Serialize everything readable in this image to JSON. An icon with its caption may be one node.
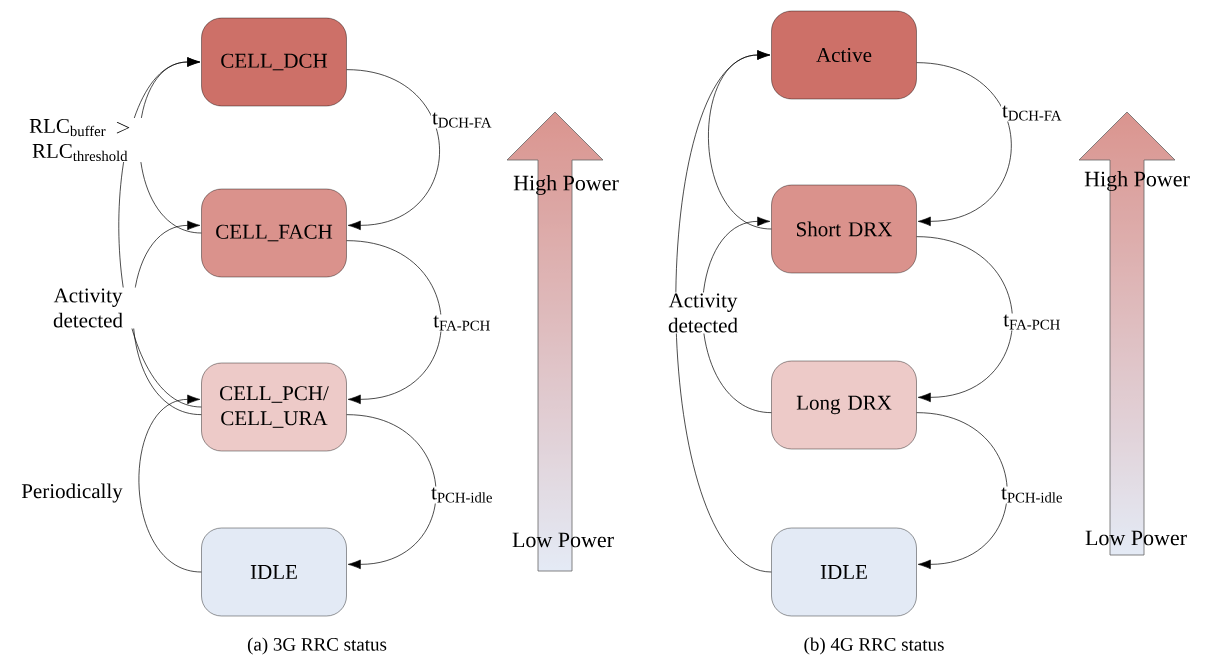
{
  "diagram": {
    "nodes": [
      {
        "text": [
          "CELL_DCH"
        ]
      },
      {
        "text": [
          "CELL_FACH"
        ]
      },
      {
        "text": [
          "CELL_PCH/ CELL_URA"
        ]
      },
      {
        "text": [
          "IDLE"
        ]
      },
      {
        "text": [
          "Active"
        ]
      },
      {
        "text": [
          "Short DRX"
        ]
      },
      {
        "text": [
          "Long DRX"
        ]
      },
      {
        "text": [
          "IDLE"
        ]
      }
    ],
    "edges": [
      {
        "from": 0,
        "to": 1,
        "arrow": "to",
        "label": "\\text{t}_{\\text{DCH-FA}}"
      },
      {
        "from": 1,
        "to": 2,
        "arrow": "to",
        "label": "\\text{t}_{\\text{FA-PCH}}"
      },
      {
        "from": 2,
        "to": 3,
        "arrow": "to",
        "label": "\\text{t}_{\\text{PCH-idle}}"
      },
      {
        "from": 1,
        "to": 0,
        "arrow": "to",
        "label": "\\text{RLC}_{\\text{buffer}} > \\text{RLC}_{\\text{threshold}}"
      },
      {
        "from": 2,
        "to": 0,
        "arrow": "to"
      },
      {
        "from": 2,
        "to": 1,
        "arrow": "to",
        "label": "Activity detected"
      },
      {
        "from": 3,
        "to": 2,
        "arrow": "to",
        "label": "Periodically"
      },
      {
        "from": 4,
        "to": 5,
        "arrow": "to",
        "label": "\\text{t}_{\\text{DCH-FA}}"
      },
      {
        "from": 5,
        "to": 6,
        "arrow": "to",
        "label": "\\text{t}_{\\text{FA-PCH}}"
      },
      {
        "from": 6,
        "to": 7,
        "arrow": "to",
        "label": "\\text{t}_{\\text{PCH-idle}}"
      },
      {
        "from": 5,
        "to": 4,
        "arrow": "to"
      },
      {
        "from": 6,
        "to": 5,
        "arrow": "to",
        "label": "Activity detected"
      },
      {
        "from": 7,
        "to": 4,
        "arrow": "to"
      }
    ],
    "labels": [
      "High Power",
      "Low Power",
      "High Power",
      "Low Power",
      "(a) 3G RRC status",
      "(b) 4G RRC status"
    ]
  }
}
